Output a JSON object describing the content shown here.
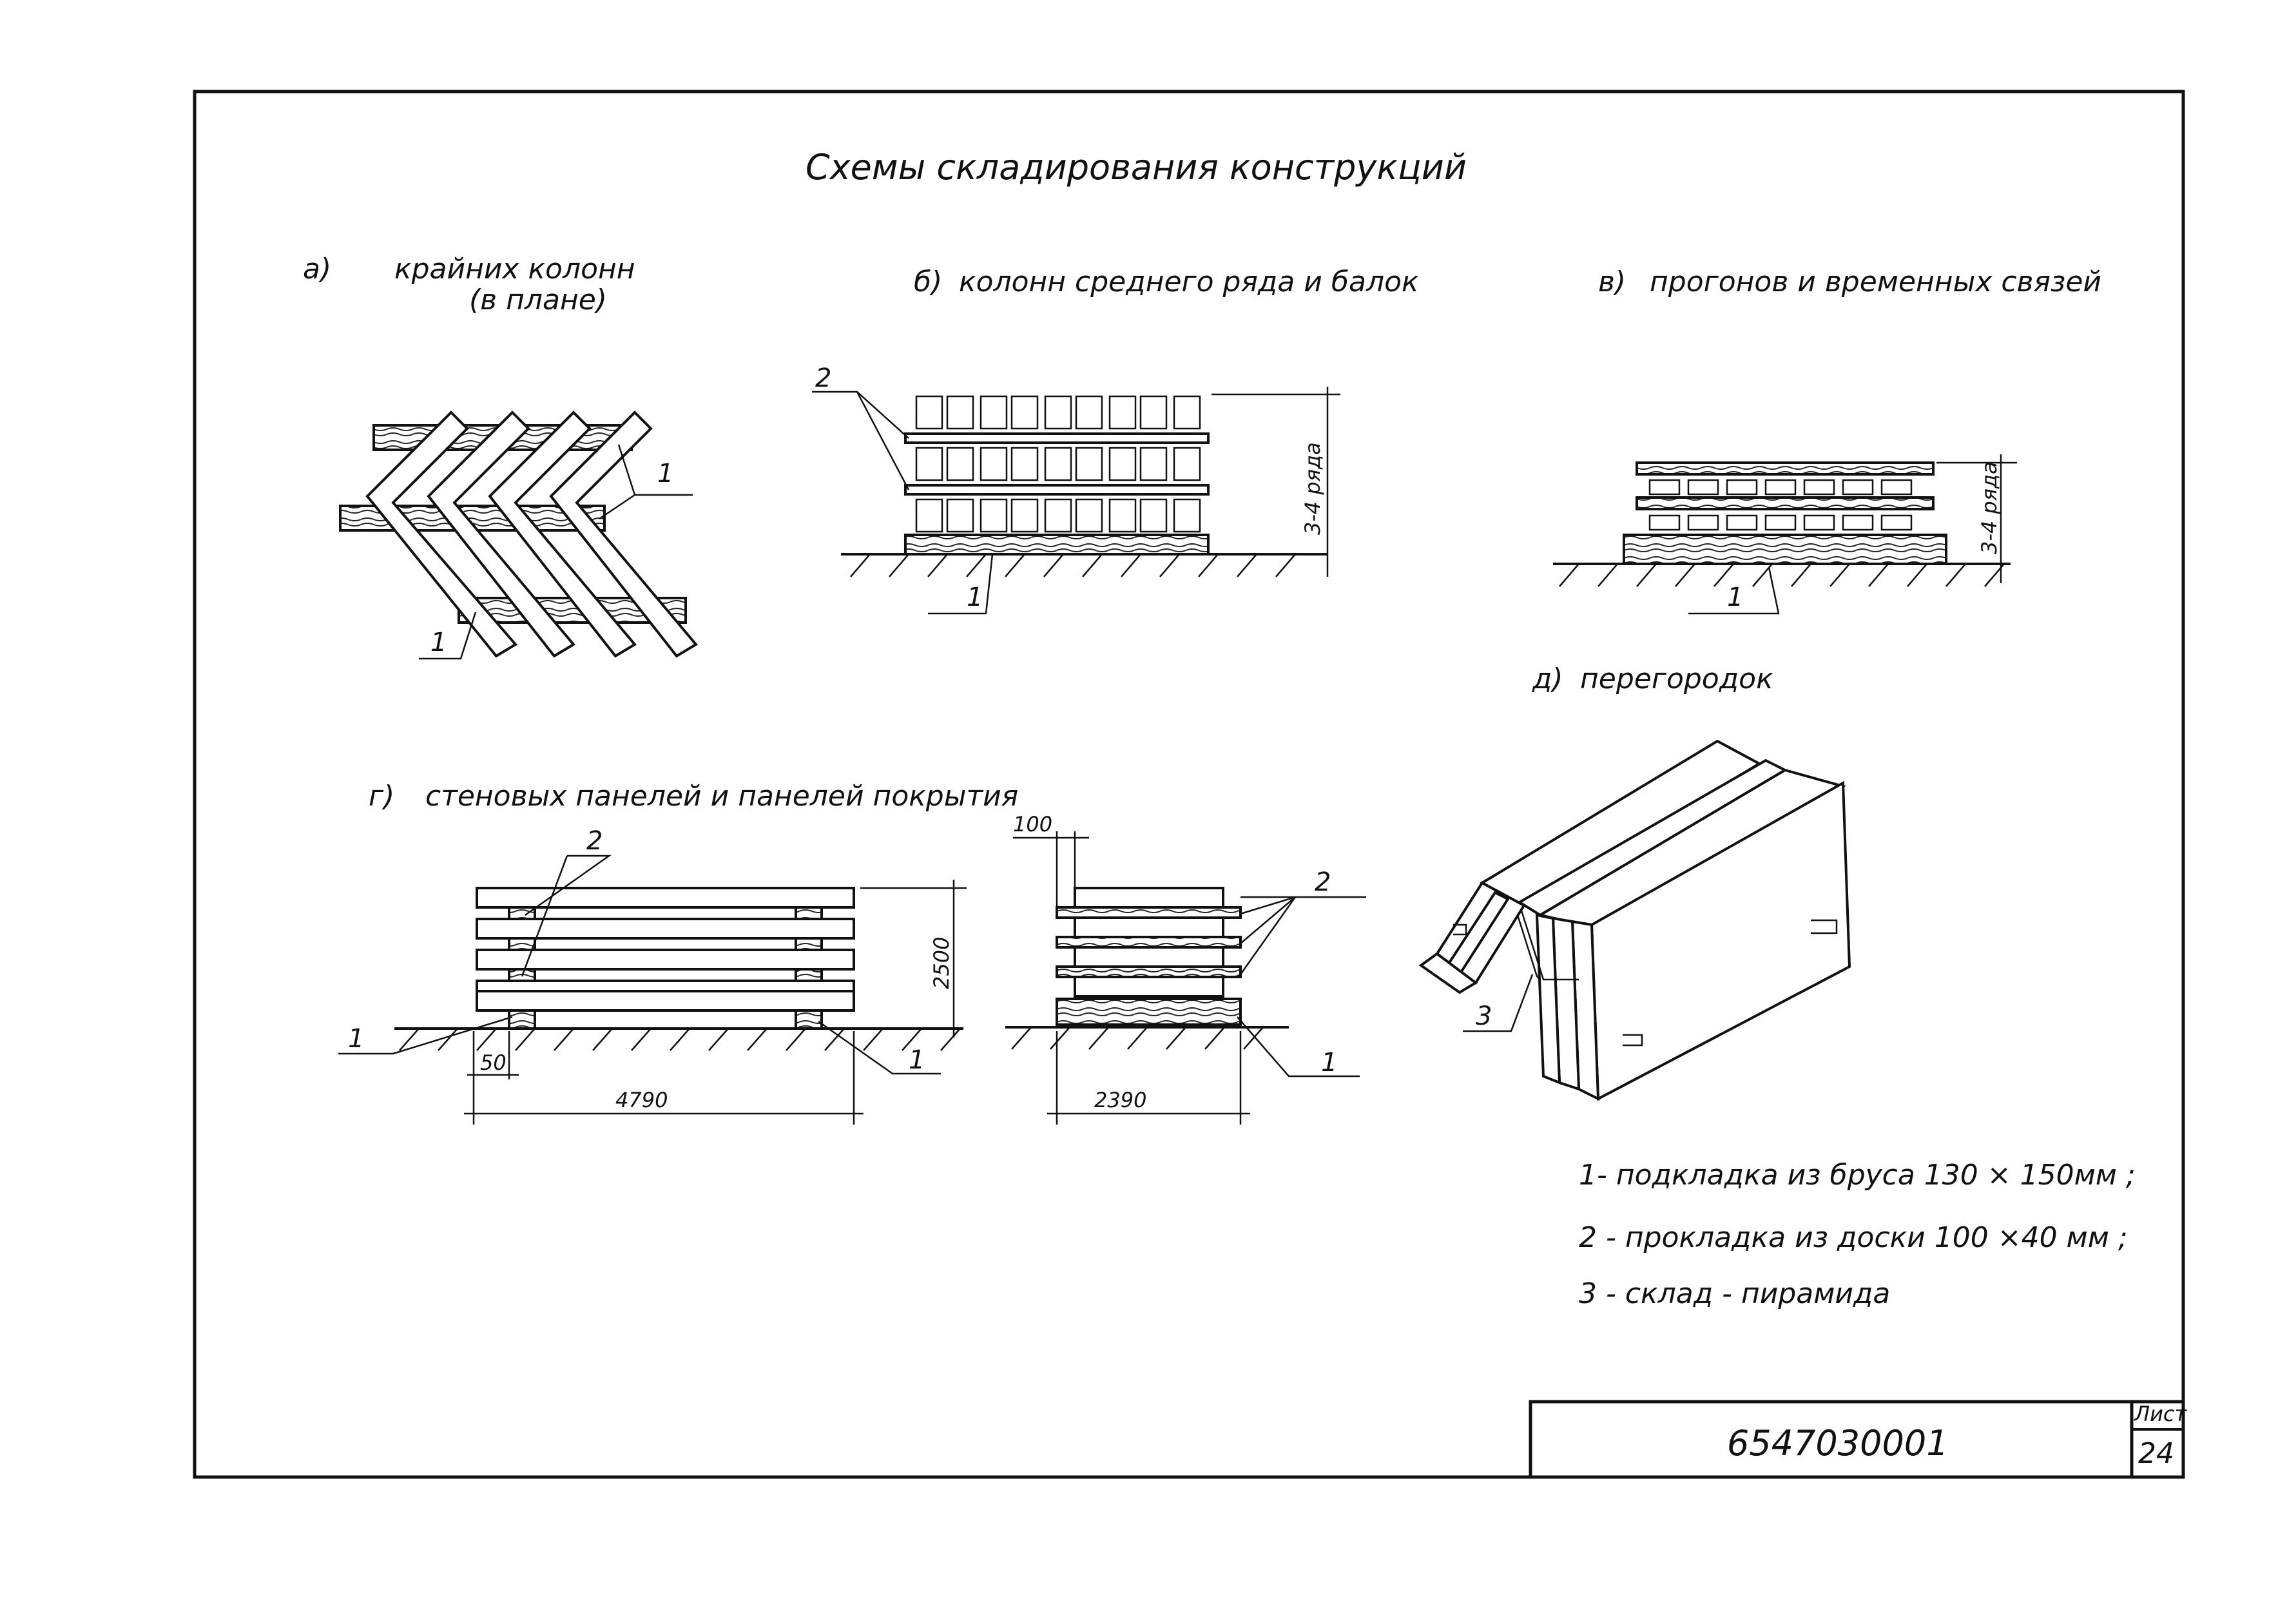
{
  "title": "Схемы складирования конструкций",
  "schemes": {
    "a": {
      "letter": "а)",
      "caption": "крайних колонн",
      "caption2": "(в плане)"
    },
    "b": {
      "letter": "б)",
      "caption": "колонн среднего ряда и балок",
      "height_note": "3-4 ряда"
    },
    "v": {
      "letter": "в)",
      "caption": "прогонов и временных связей",
      "height_note": "3-4 ряда"
    },
    "g": {
      "letter": "г)",
      "caption": "стеновых панелей и панелей покрытия",
      "dims": {
        "height": "2500",
        "length": "4790",
        "offset": "50",
        "width": "2390",
        "gap": "100"
      }
    },
    "d": {
      "letter": "д)",
      "caption": "перегородок"
    }
  },
  "callouts": {
    "one": "1",
    "two": "2",
    "three": "3"
  },
  "legend": [
    "1- подкладка из бруса 130 × 150мм ;",
    "2 - прокладка из доски 100 ×40 мм ;",
    "3 - склад - пирамида"
  ],
  "title_block": {
    "code": "6547030001",
    "sheet_label": "Лист",
    "sheet_number": "24"
  }
}
